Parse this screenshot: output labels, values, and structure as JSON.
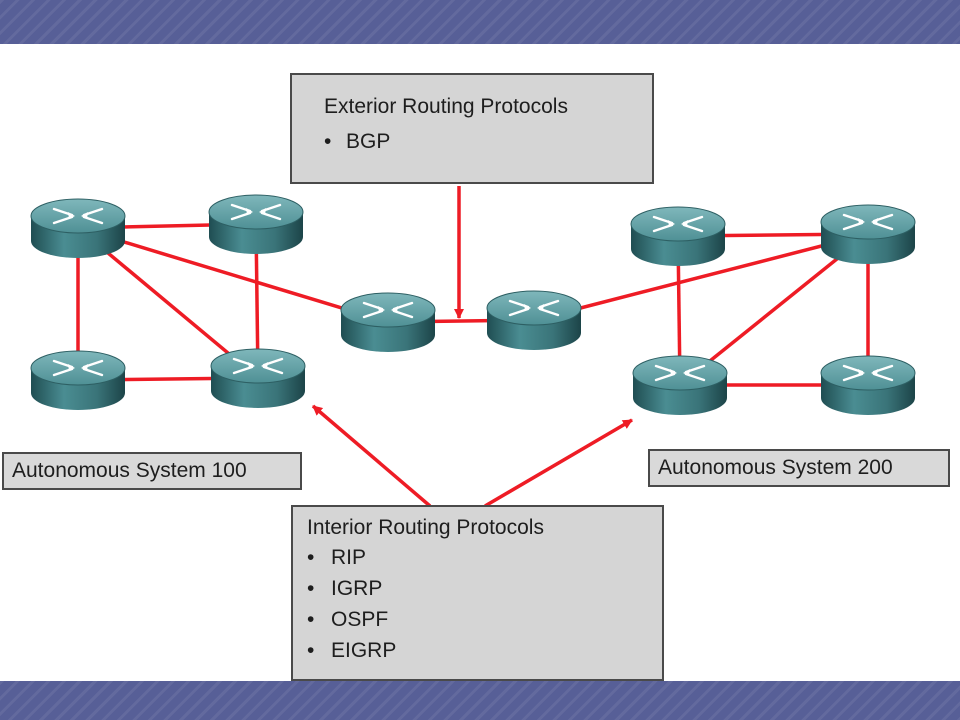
{
  "exterior": {
    "title": "Exterior Routing Protocols",
    "items": [
      "BGP"
    ]
  },
  "interior": {
    "title": "Interior Routing Protocols",
    "items": [
      "RIP",
      "IGRP",
      "OSPF",
      "EIGRP"
    ]
  },
  "as_left": {
    "label": "Autonomous System 100"
  },
  "as_right": {
    "label": "Autonomous System 200"
  },
  "colors": {
    "link": "#ee1c25",
    "router_body": "#3f7d82",
    "router_top": "#5f9ea3",
    "box_fill": "#d5d5d5",
    "slide_band": "#575f97"
  },
  "icons": {
    "router": "router-icon",
    "arrow": "arrow-icon"
  }
}
